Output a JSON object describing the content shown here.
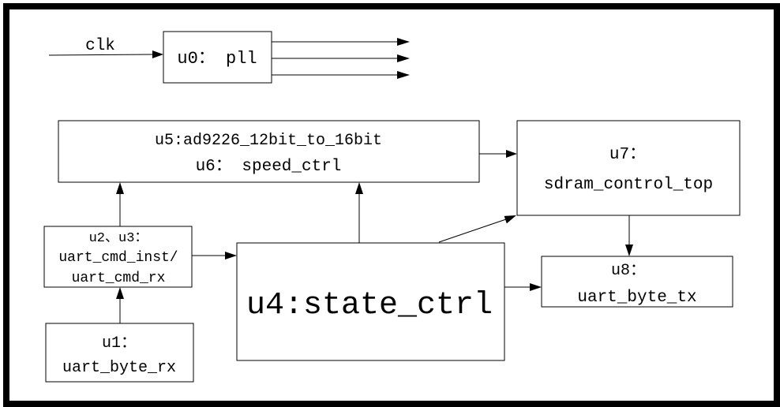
{
  "diagram": {
    "input_signal": "clk",
    "blocks": {
      "pll": {
        "line1": "u0： pll"
      },
      "ad9226_speed": {
        "line1": "u5:ad9226_12bit_to_16bit",
        "line2": "u6： speed_ctrl"
      },
      "sdram": {
        "line1": "u7：",
        "line2": "sdram_control_top"
      },
      "uart_cmd": {
        "line1": "u2、u3：",
        "line2": "uart_cmd_inst/",
        "line3": "uart_cmd_rx"
      },
      "state_ctrl": {
        "line1": "u4:state_ctrl"
      },
      "uart_tx": {
        "line1": "u8：",
        "line2": "uart_byte_tx"
      },
      "uart_rx": {
        "line1": "u1：",
        "line2": "uart_byte_rx"
      }
    },
    "colors": {
      "line": "#000000",
      "frame": "#000000",
      "background": "#ffffff"
    }
  }
}
